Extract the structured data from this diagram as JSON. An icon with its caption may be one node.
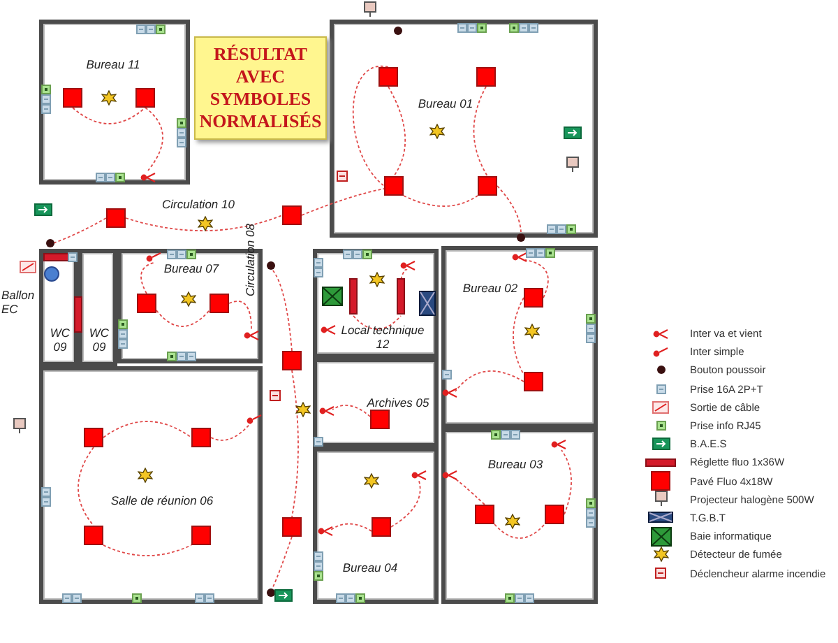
{
  "diagram": {
    "nodes": [
      {
        "text": [
          "Bureau 11"
        ]
      },
      {
        "text": [
          "RÉSULTAT AVEC SYMBOLES NORMALISÉS"
        ]
      },
      {
        "text": [
          "Bureau 01"
        ]
      },
      {
        "text": [
          "WC 09"
        ]
      },
      {
        "text": [
          "WC 09"
        ]
      },
      {
        "text": [
          "Bureau 07"
        ]
      },
      {
        "text": [
          "Local technique 12"
        ]
      },
      {
        "text": [
          "Bureau 02"
        ]
      },
      {
        "text": [
          "Salle de réunion 06"
        ]
      },
      {
        "text": [
          "Archives 05"
        ]
      },
      {
        "text": [
          "Bureau 03"
        ]
      },
      {
        "text": [
          "Bureau 04"
        ]
      }
    ],
    "labels": [
      "Circulation 10",
      "Circulation 08",
      "Ballon EC"
    ],
    "legend": [
      {
        "text": "Inter va et vient"
      },
      {
        "text": "Inter simple"
      },
      {
        "text": "Bouton poussoir"
      },
      {
        "text": "Prise 16A 2P+T"
      },
      {
        "text": "Sortie de câble"
      },
      {
        "text": "Prise info RJ45"
      },
      {
        "text": "B.A.E.S"
      },
      {
        "text": "Réglette fluo 1x36W"
      },
      {
        "text": "Pavé Fluo 4x18W"
      },
      {
        "text": "Projecteur halogène 500W"
      },
      {
        "text": "T.G.B.T"
      },
      {
        "text": "Baie informatique"
      },
      {
        "text": "Détecteur de fumée"
      },
      {
        "text": "Déclencheur alarme incendie"
      }
    ]
  }
}
